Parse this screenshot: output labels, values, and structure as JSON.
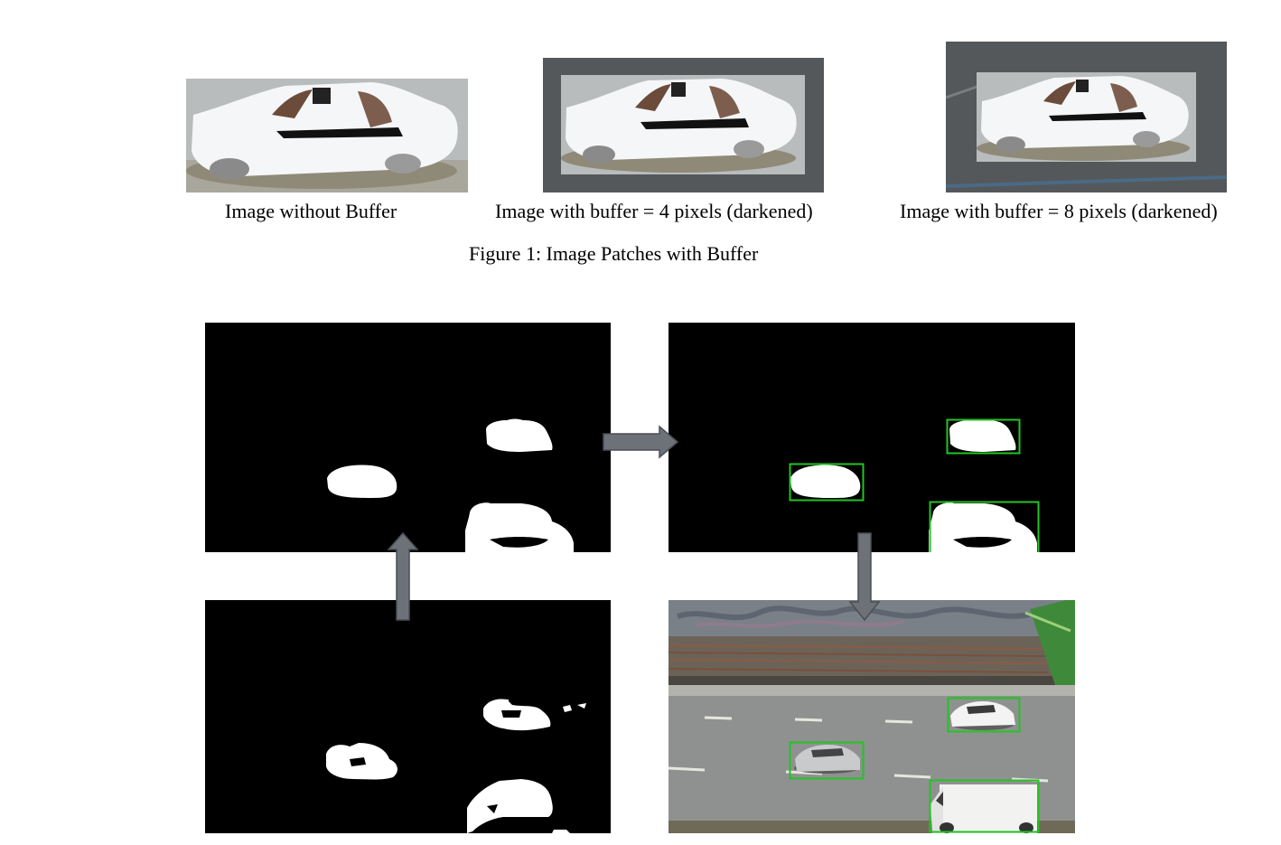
{
  "figure1": {
    "panels": [
      {
        "caption": "Image without Buffer"
      },
      {
        "caption": "Image with buffer = 4 pixels (darkened)"
      },
      {
        "caption": "Image with buffer = 8 pixels (darkened)"
      }
    ],
    "caption": "Figure 1: Image Patches with Buffer"
  },
  "colors": {
    "bbox": "#22c422",
    "arrow": "#6d7178",
    "mask_bg": "#000000",
    "mask_fg": "#ffffff",
    "buffer_dark": "#55585a"
  }
}
